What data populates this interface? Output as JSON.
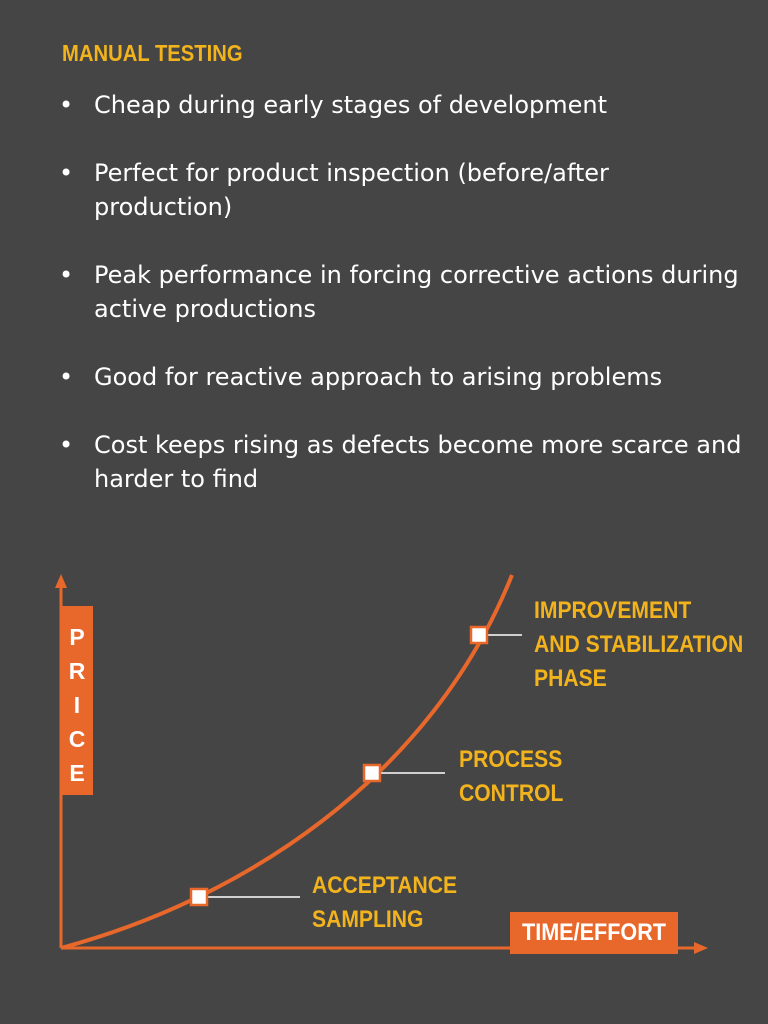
{
  "heading": "MANUAL TESTING",
  "bullets": [
    "Cheap during early stages of development",
    "Perfect for product inspection (before/after production)",
    "Peak performance in forcing corrective actions during active productions",
    "Good for reactive approach to arising problems",
    "Cost keeps rising as defects become more scarce and harder to find"
  ],
  "bullet_symbol": "•",
  "diagram": {
    "y_axis_letters": [
      "P",
      "R",
      "I",
      "C",
      "E"
    ],
    "x_axis_label": "TIME/EFFORT",
    "phases": [
      {
        "lines": [
          "ACCEPTANCE",
          "SAMPLING"
        ]
      },
      {
        "lines": [
          "PROCESS",
          "CONTROL"
        ]
      },
      {
        "lines": [
          "IMPROVEMENT",
          "AND STABILIZATION",
          "PHASE"
        ]
      }
    ]
  },
  "colors": {
    "background": "#454545",
    "accent_orange": "#e8672b",
    "accent_yellow": "#f2b31d",
    "text": "#ffffff"
  }
}
